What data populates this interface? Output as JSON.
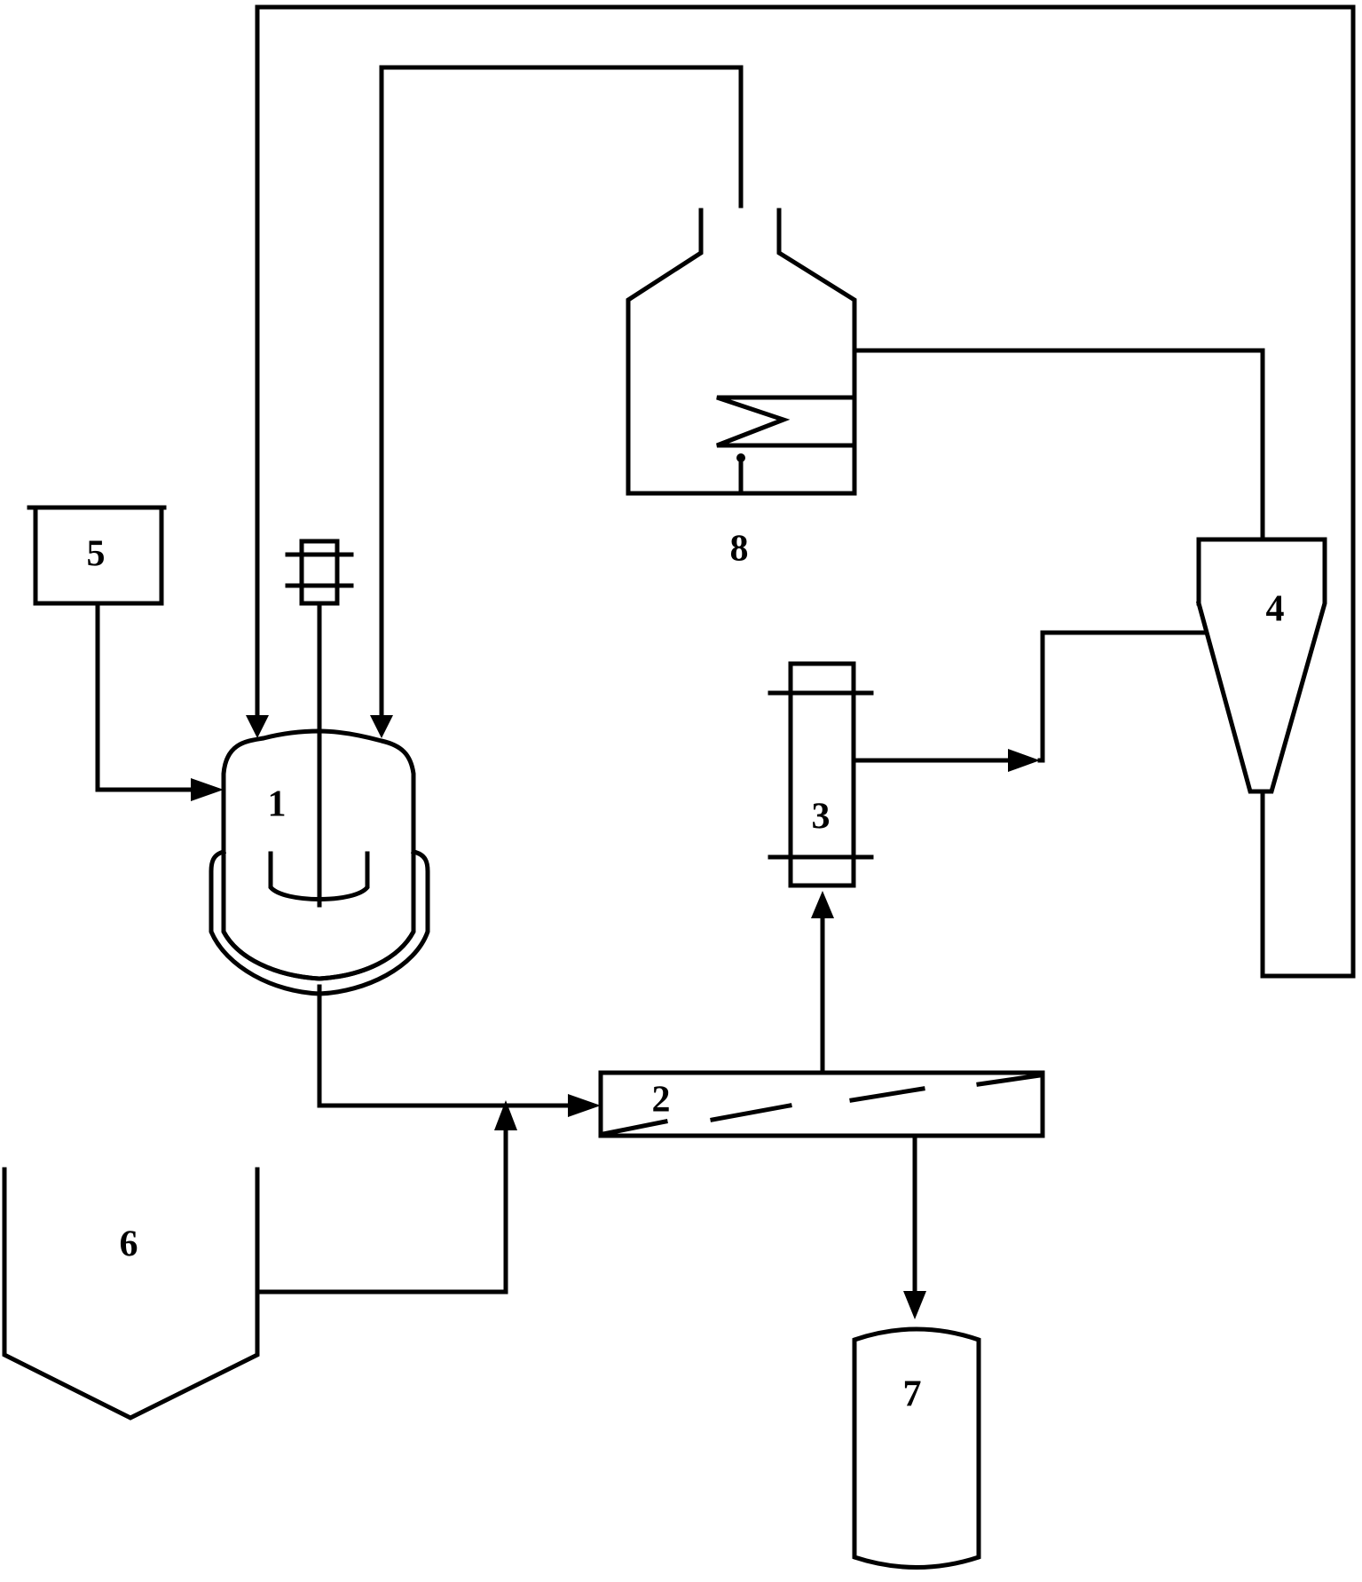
{
  "diagram": {
    "labels": {
      "reactor": "1",
      "screw_conveyor": "2",
      "condenser": "3",
      "cyclone": "4",
      "feed_tank": "5",
      "hopper": "6",
      "product_tank": "7",
      "scrubber": "8"
    }
  }
}
